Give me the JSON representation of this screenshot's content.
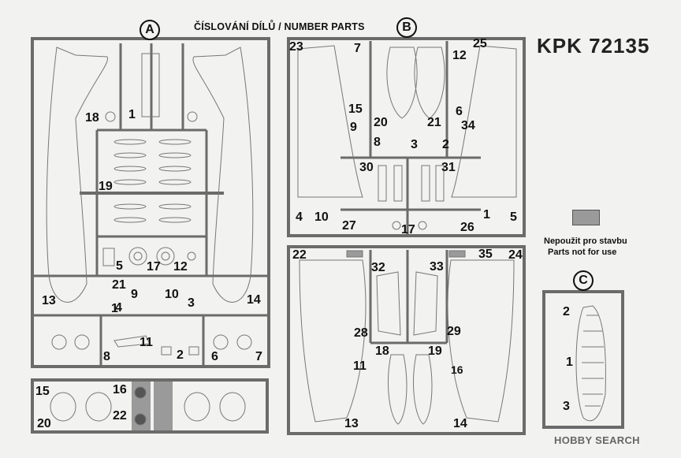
{
  "header": {
    "sheet_title": "ČÍSLOVÁNÍ DÍLŮ / NUMBER PARTS",
    "kit_number": "KPK 72135"
  },
  "sprues": {
    "a": {
      "label": "A"
    },
    "b": {
      "label": "B"
    },
    "c": {
      "label": "C"
    }
  },
  "legend": {
    "line1": "Nepoužit pro stavbu",
    "line2": "Parts not for use"
  },
  "sprue_a_numbers": [
    "18",
    "1",
    "19",
    "5",
    "17",
    "12",
    "21",
    "9",
    "10",
    "4",
    "3",
    "13",
    "14",
    "11",
    "2",
    "8",
    "6",
    "7",
    "1"
  ],
  "sprue_a_bottom_numbers": [
    "15",
    "16",
    "22",
    "20"
  ],
  "sprue_b_numbers": [
    "23",
    "7",
    "25",
    "12",
    "15",
    "6",
    "9",
    "20",
    "21",
    "34",
    "8",
    "3",
    "2",
    "30",
    "31",
    "4",
    "10",
    "27",
    "17",
    "26",
    "1",
    "5"
  ],
  "sprue_b_lower_numbers": [
    "22",
    "32",
    "33",
    "35",
    "24",
    "28",
    "29",
    "18",
    "19",
    "11",
    "16",
    "13",
    "14"
  ],
  "sprue_c_numbers": [
    "2",
    "1",
    "3"
  ],
  "footer": {
    "watermark": "HOBBY SEARCH"
  }
}
